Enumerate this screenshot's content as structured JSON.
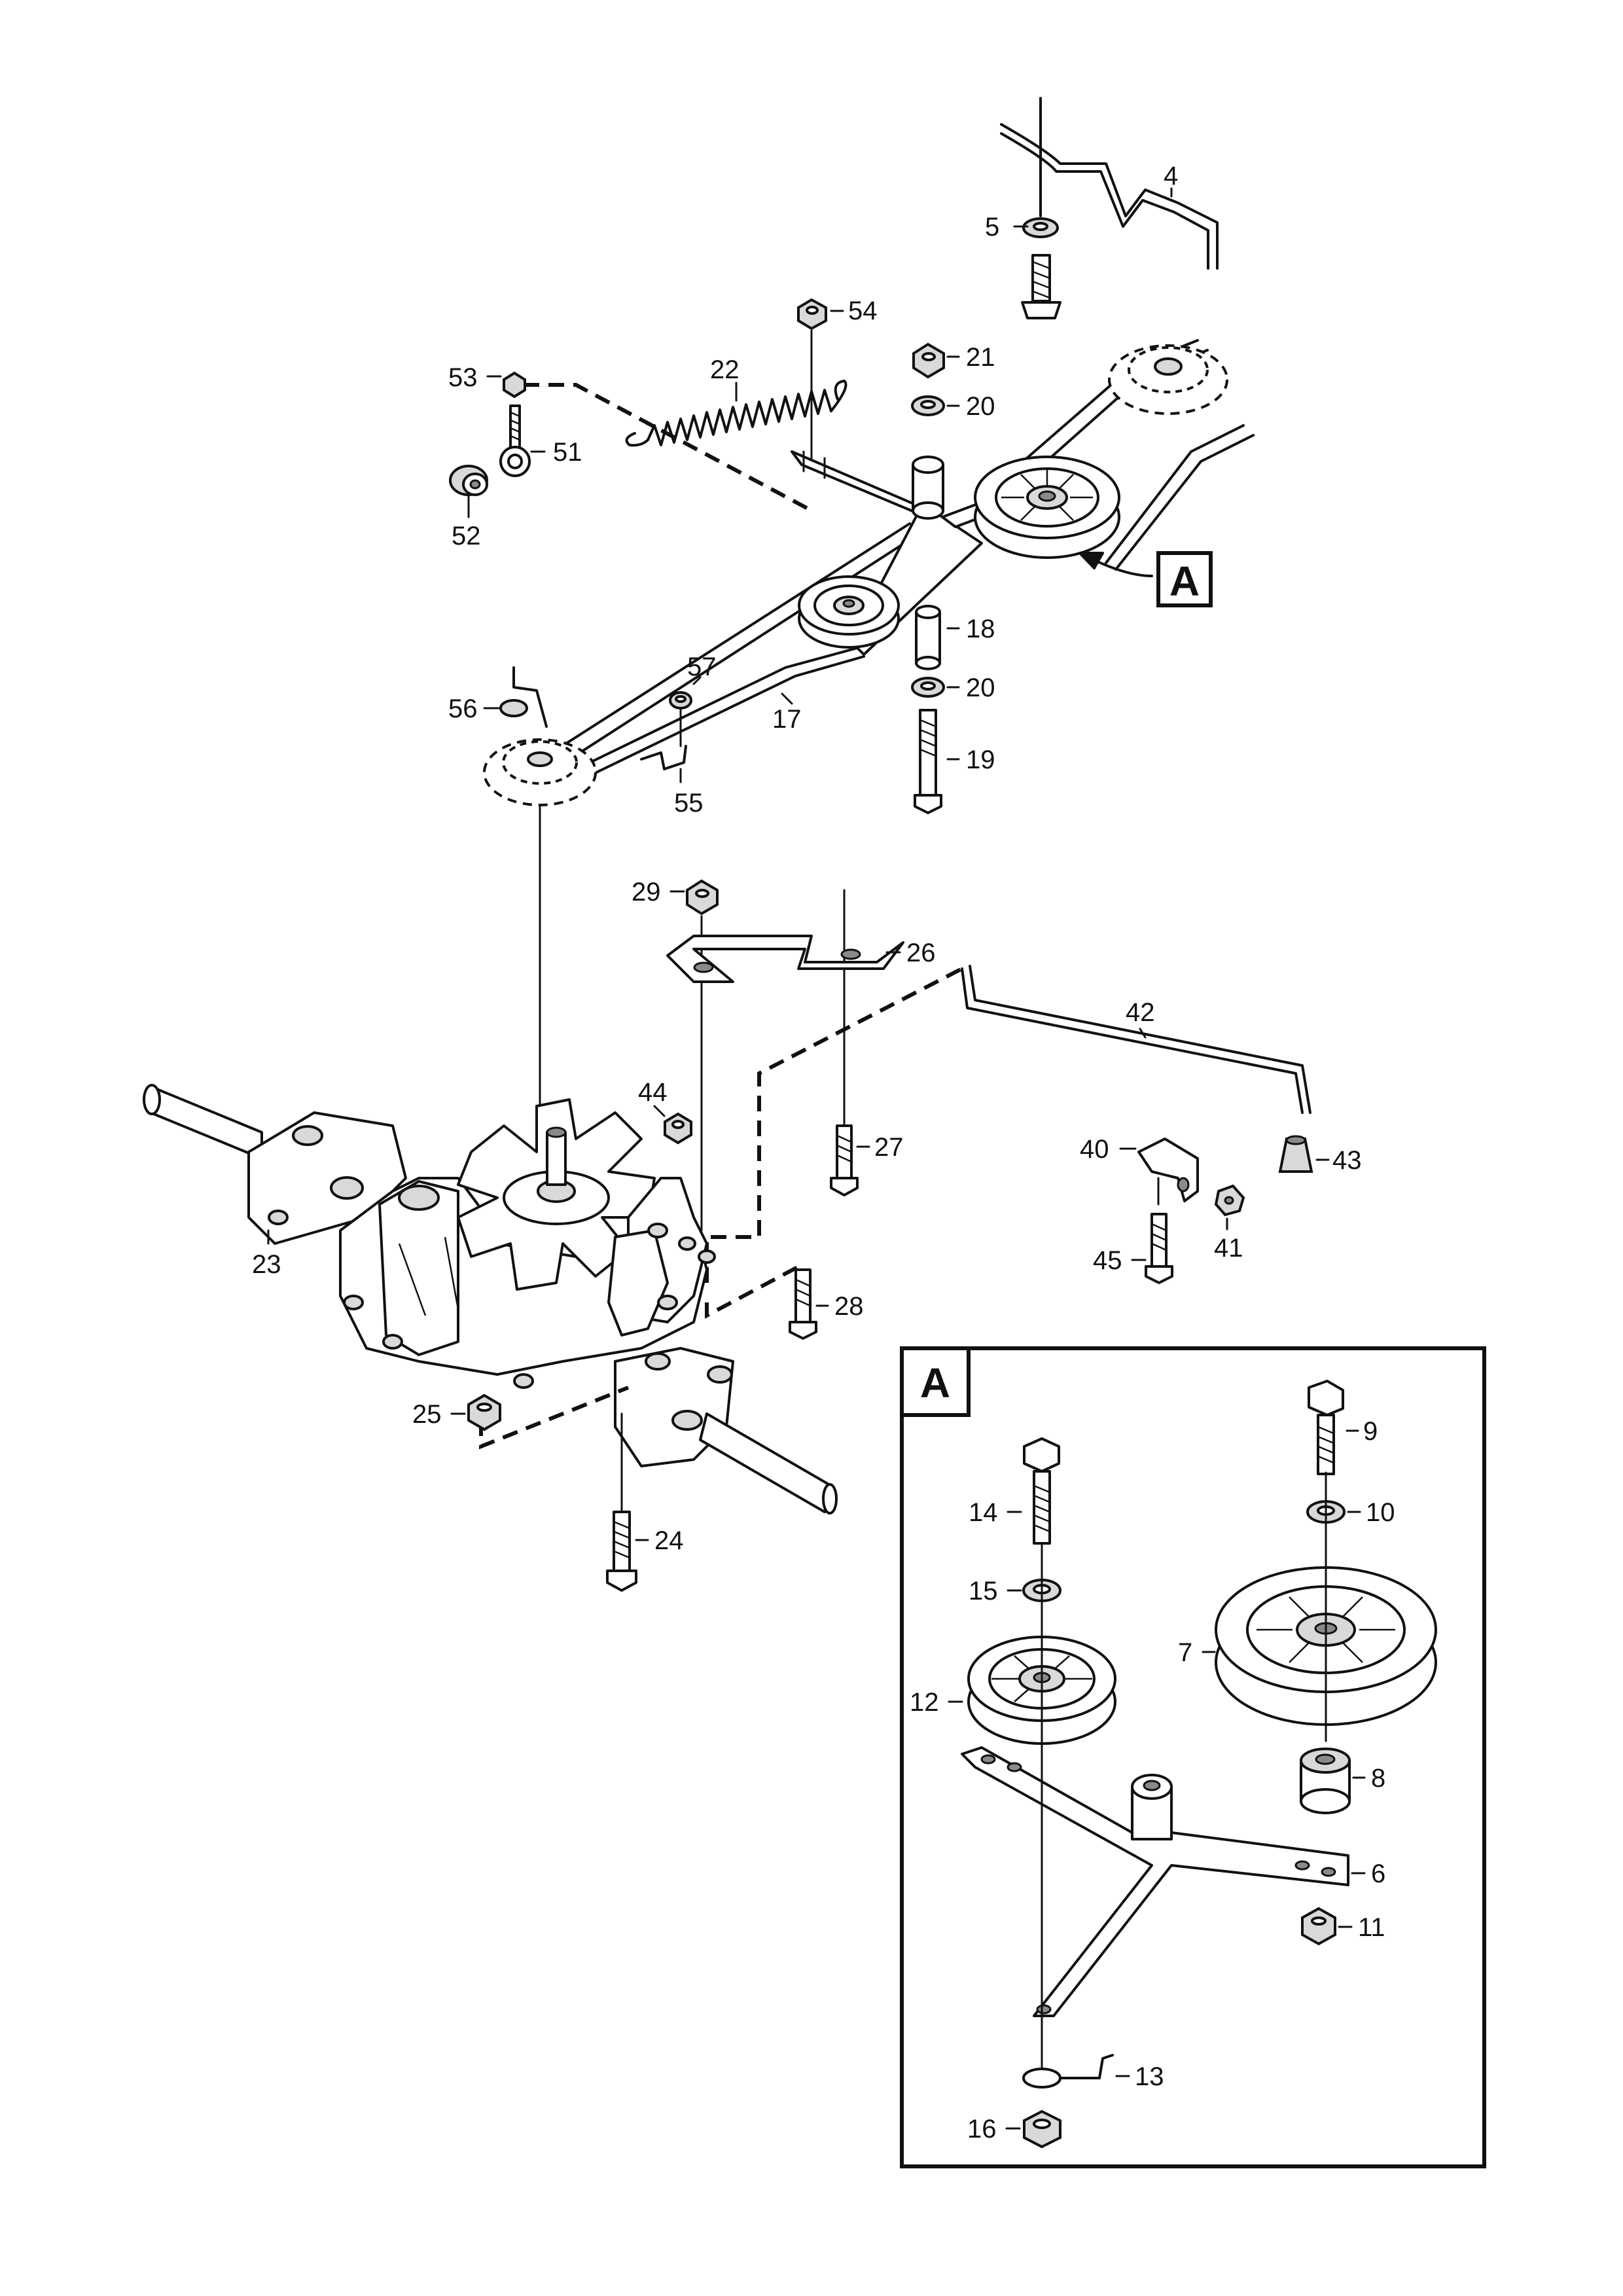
{
  "callout_tag": "A",
  "inset": {
    "tag": "A"
  },
  "labels": {
    "l4": "4",
    "l5": "5",
    "l54": "54",
    "l22": "22",
    "l21": "21",
    "l20a": "20",
    "l53": "53",
    "l51": "51",
    "l52": "52",
    "l18": "18",
    "l20b": "20",
    "l57": "57",
    "l56": "56",
    "l17": "17",
    "l19": "19",
    "l55": "55",
    "l29": "29",
    "l26": "26",
    "l42": "42",
    "l44": "44",
    "l27": "27",
    "l40": "40",
    "l43": "43",
    "l45": "45",
    "l41": "41",
    "l23": "23",
    "l28": "28",
    "l25": "25",
    "l24": "24",
    "l9": "9",
    "l14": "14",
    "l10": "10",
    "l15": "15",
    "l7": "7",
    "l12": "12",
    "l8": "8",
    "l6": "6",
    "l11": "11",
    "l13": "13",
    "l16": "16"
  }
}
